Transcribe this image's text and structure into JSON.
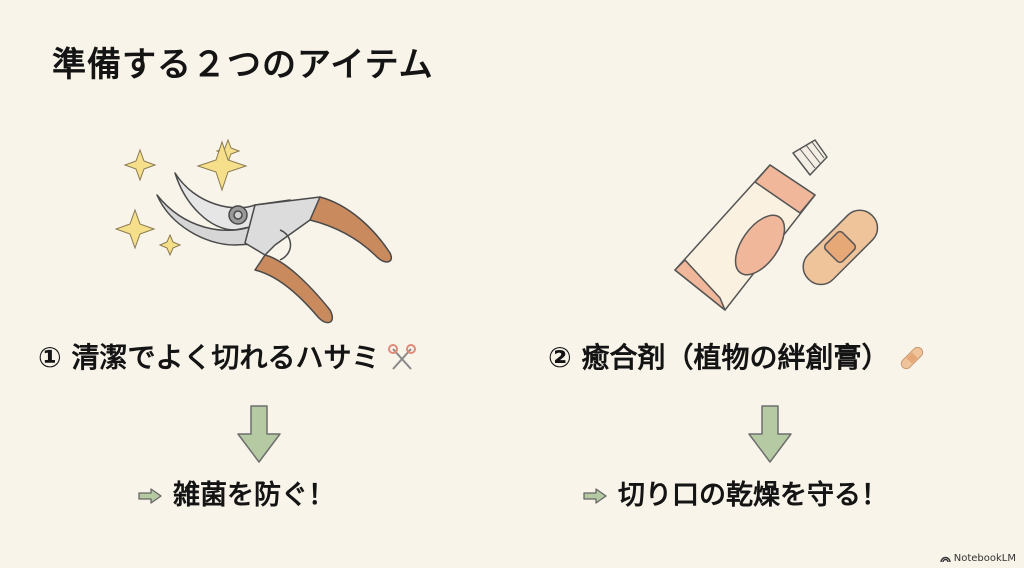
{
  "title": "準備する２つのアイテム",
  "items": [
    {
      "heading": "① 清潔でよく切れるハサミ",
      "emoji": "scissors-icon",
      "illustration": "pruning-shears-with-sparkles",
      "result": "雑菌を防ぐ！"
    },
    {
      "heading": "② 癒合剤（植物の絆創膏）",
      "emoji": "bandage-icon",
      "illustration": "ointment-tube-and-bandage",
      "result": "切り口の乾燥を守る！"
    }
  ],
  "colors": {
    "background": "#f8f4ea",
    "arrow_green": "#b5c9a3",
    "handle_brown": "#c98a5e",
    "tube_peach": "#f0b79a",
    "sparkle_yellow": "#f5df8a"
  },
  "footer": {
    "brand": "NotebookLM"
  }
}
